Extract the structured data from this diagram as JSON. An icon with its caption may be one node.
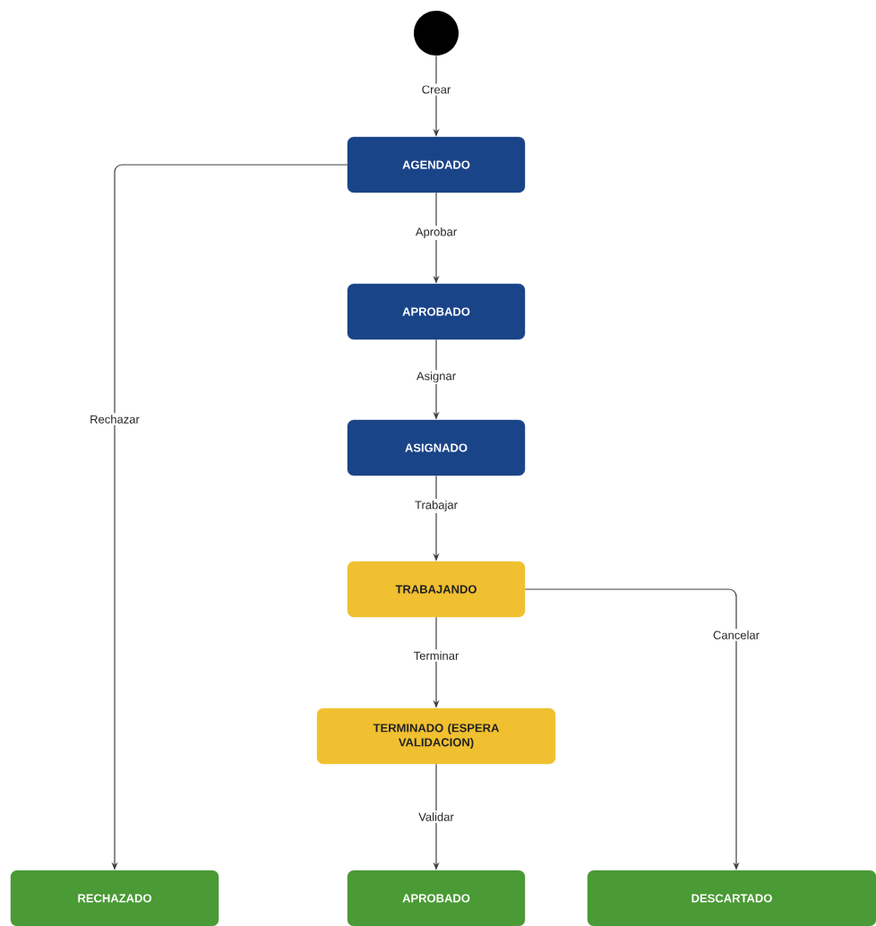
{
  "diagram": {
    "nodes": [
      {
        "text": [],
        "shape": "circle"
      },
      {
        "text": [
          "AGENDADO"
        ]
      },
      {
        "text": [
          "APROBADO"
        ]
      },
      {
        "text": [
          "ASIGNADO"
        ]
      },
      {
        "text": [
          "TRABAJANDO"
        ]
      },
      {
        "text": [
          "TERMINADO (ESPERA VALIDACION)"
        ]
      },
      {
        "text": [
          "RECHAZADO"
        ]
      },
      {
        "text": [
          "APROBADO"
        ]
      },
      {
        "text": [
          "DESCARTADO"
        ]
      }
    ],
    "edges": [
      {
        "from": 0,
        "to": 1,
        "arrow": "to",
        "label": "Crear"
      },
      {
        "from": 1,
        "to": 2,
        "arrow": "to",
        "label": "Aprobar"
      },
      {
        "from": 2,
        "to": 3,
        "arrow": "to",
        "label": "Asignar"
      },
      {
        "from": 3,
        "to": 4,
        "arrow": "to",
        "label": "Trabajar"
      },
      {
        "from": 4,
        "to": 5,
        "arrow": "to",
        "label": "Terminar"
      },
      {
        "from": 5,
        "to": 7,
        "arrow": "to",
        "label": "Validar"
      },
      {
        "from": 1,
        "to": 6,
        "arrow": "to",
        "label": "Rechazar"
      },
      {
        "from": 4,
        "to": 8,
        "arrow": "to",
        "label": "Cancelar"
      }
    ]
  }
}
